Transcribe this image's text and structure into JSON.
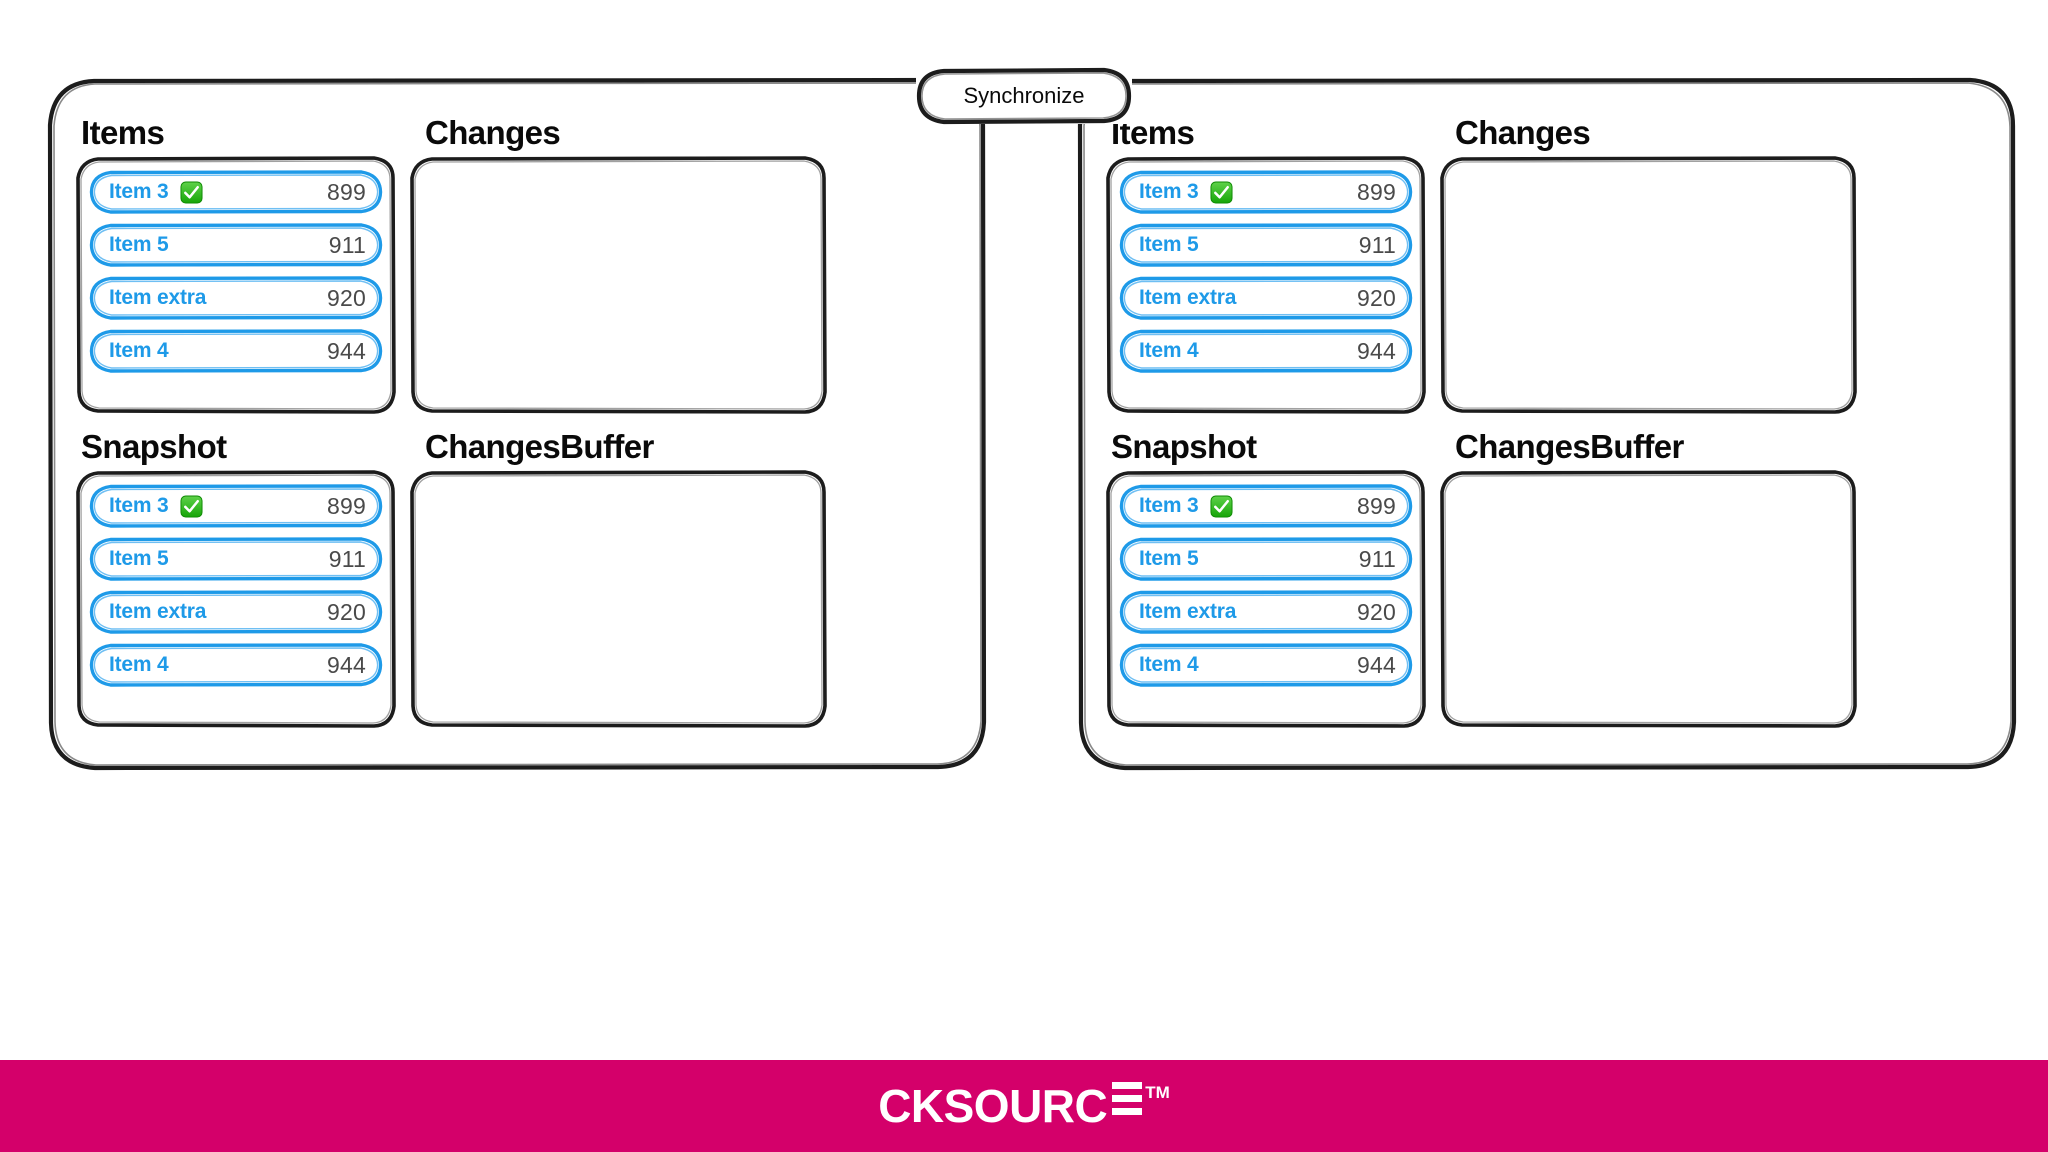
{
  "background": "#ffffff",
  "colors": {
    "accent_blue": "#1e9ae8",
    "value_gray": "#4a4a4a",
    "stroke_black": "#1a1a1a",
    "check_green": "#2bb540",
    "brand_pink": "#d4006a",
    "footer_text": "#ffffff"
  },
  "sync": {
    "label": "Synchronize",
    "name": "synchronize-connector"
  },
  "panels": [
    {
      "id": "left",
      "name": "client-panel",
      "sections": [
        {
          "id": "items",
          "title": "Items",
          "empty": false,
          "items": [
            {
              "label": "Item 3",
              "value": "899",
              "checked": true,
              "check_icon": "white-check-mark-icon"
            },
            {
              "label": "Item 5",
              "value": "911",
              "checked": false,
              "check_icon": ""
            },
            {
              "label": "Item extra",
              "value": "920",
              "checked": false,
              "check_icon": ""
            },
            {
              "label": "Item 4",
              "value": "944",
              "checked": false,
              "check_icon": ""
            }
          ]
        },
        {
          "id": "changes",
          "title": "Changes",
          "empty": true,
          "items": []
        },
        {
          "id": "snapshot",
          "title": "Snapshot",
          "empty": false,
          "items": [
            {
              "label": "Item 3",
              "value": "899",
              "checked": true,
              "check_icon": "white-check-mark-icon"
            },
            {
              "label": "Item 5",
              "value": "911",
              "checked": false,
              "check_icon": ""
            },
            {
              "label": "Item extra",
              "value": "920",
              "checked": false,
              "check_icon": ""
            },
            {
              "label": "Item 4",
              "value": "944",
              "checked": false,
              "check_icon": ""
            }
          ]
        },
        {
          "id": "changesbuffer",
          "title": "ChangesBuffer",
          "empty": true,
          "items": []
        }
      ]
    },
    {
      "id": "right",
      "name": "server-panel",
      "sections": [
        {
          "id": "items",
          "title": "Items",
          "empty": false,
          "items": [
            {
              "label": "Item 3",
              "value": "899",
              "checked": true,
              "check_icon": "white-check-mark-icon"
            },
            {
              "label": "Item 5",
              "value": "911",
              "checked": false,
              "check_icon": ""
            },
            {
              "label": "Item extra",
              "value": "920",
              "checked": false,
              "check_icon": ""
            },
            {
              "label": "Item 4",
              "value": "944",
              "checked": false,
              "check_icon": ""
            }
          ]
        },
        {
          "id": "changes",
          "title": "Changes",
          "empty": true,
          "items": []
        },
        {
          "id": "snapshot",
          "title": "Snapshot",
          "empty": false,
          "items": [
            {
              "label": "Item 3",
              "value": "899",
              "checked": true,
              "check_icon": "white-check-mark-icon"
            },
            {
              "label": "Item 5",
              "value": "911",
              "checked": false,
              "check_icon": ""
            },
            {
              "label": "Item extra",
              "value": "920",
              "checked": false,
              "check_icon": ""
            },
            {
              "label": "Item 4",
              "value": "944",
              "checked": false,
              "check_icon": ""
            }
          ]
        },
        {
          "id": "changesbuffer",
          "title": "ChangesBuffer",
          "empty": true,
          "items": []
        }
      ]
    }
  ],
  "footer": {
    "name": "cksource-footer",
    "brand_ck": "CKSOURC",
    "brand_e_icon": "stylized-e-bars-icon",
    "trademark": "TM",
    "background": "#d4006a"
  }
}
